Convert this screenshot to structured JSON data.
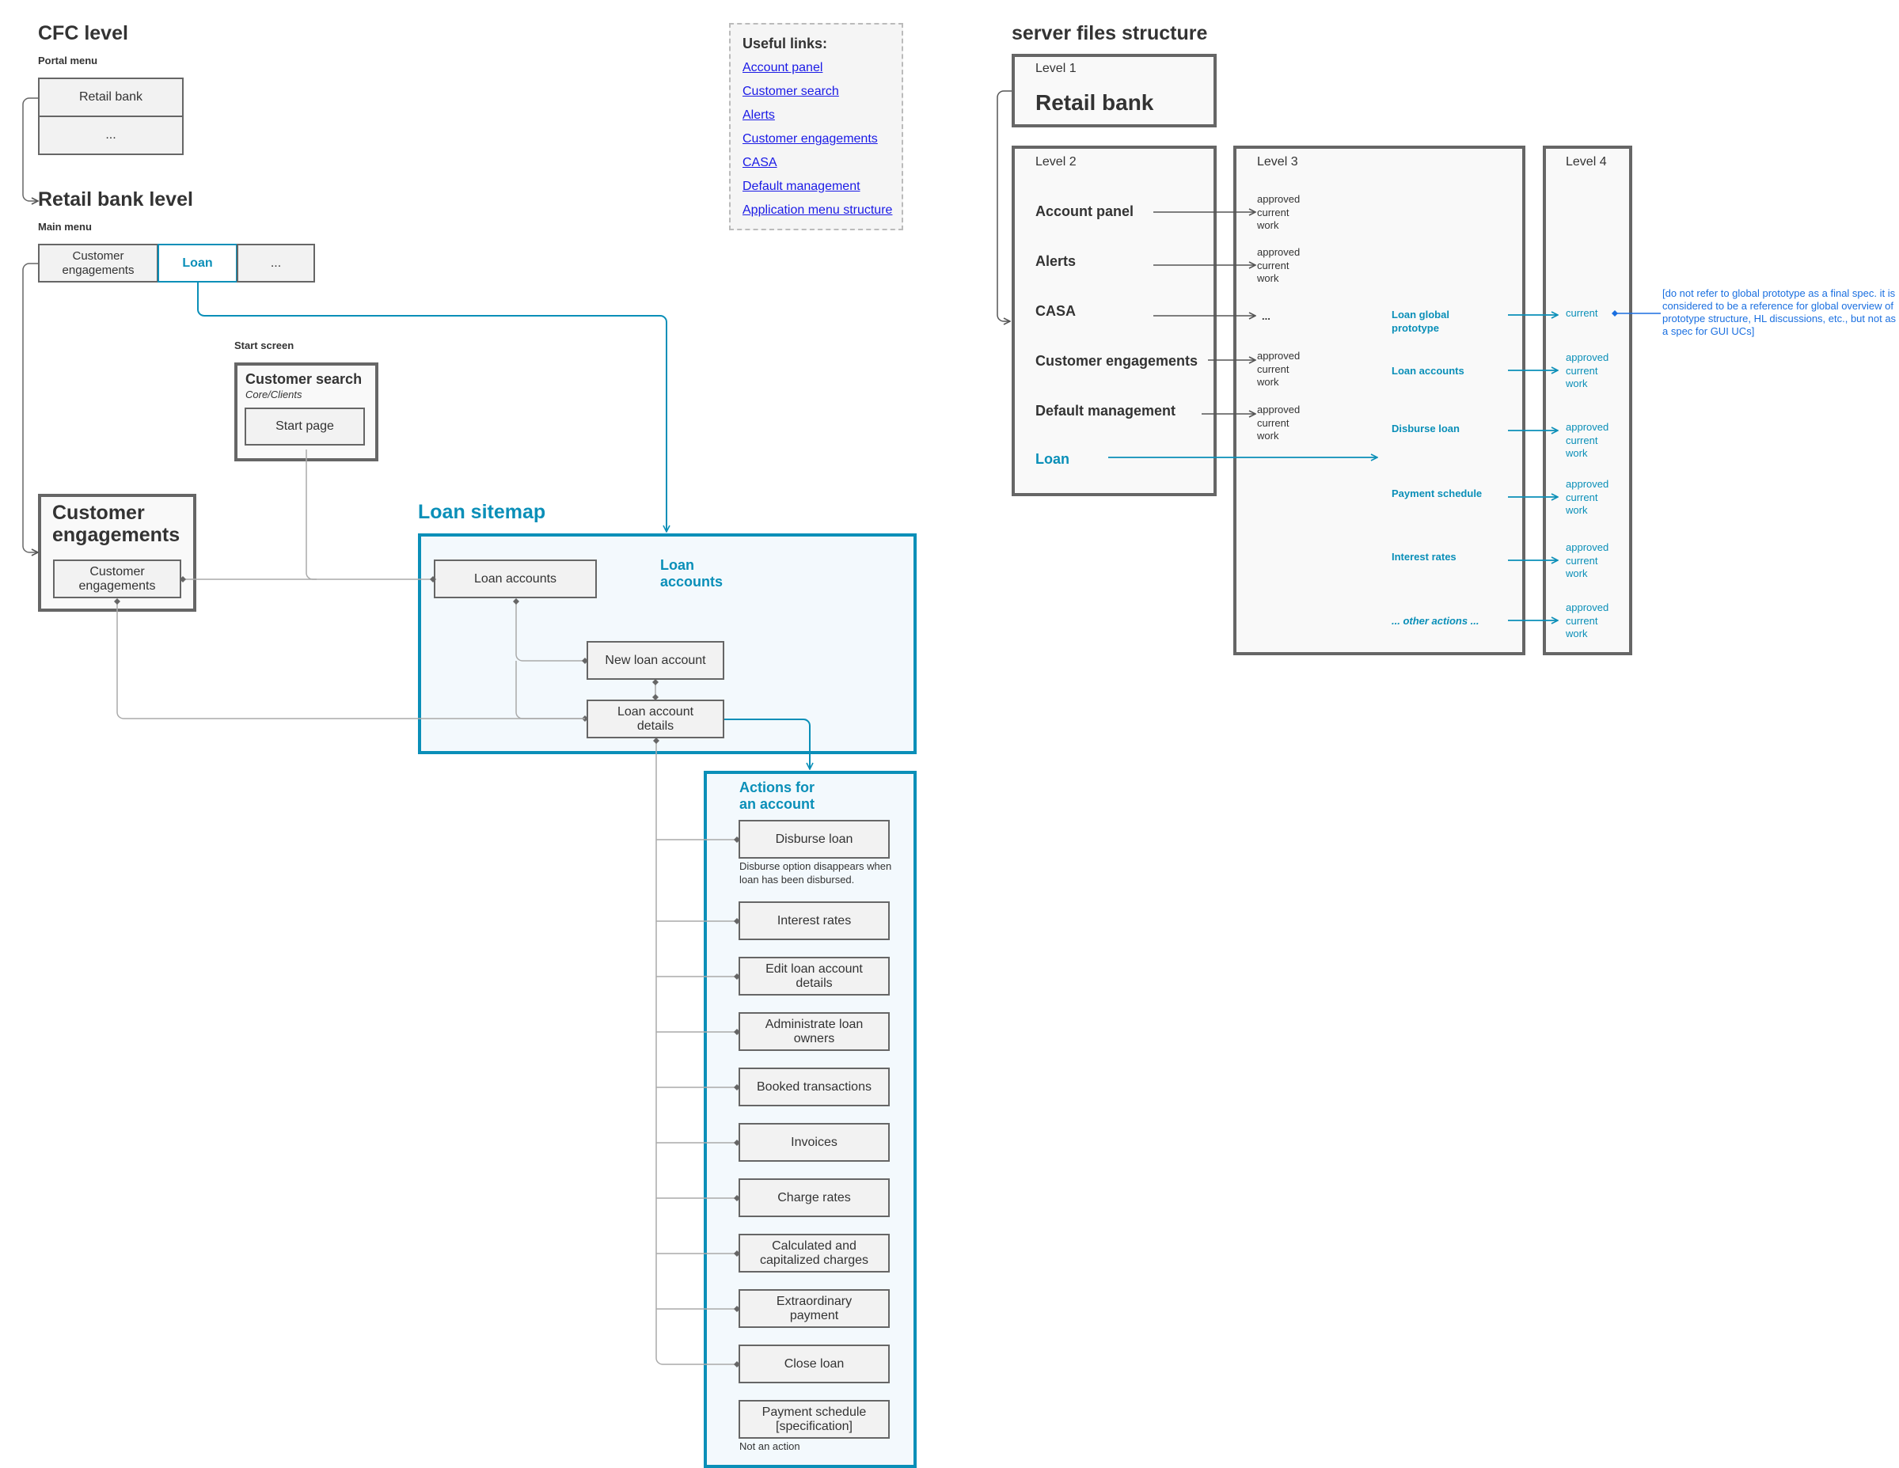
{
  "colors": {
    "accent": "#0a8fb8",
    "link": "#1a1ae6",
    "border": "#666666",
    "box_fill": "#f2f2f2"
  },
  "cfc": {
    "title": "CFC level",
    "portal_label": "Portal menu",
    "items": [
      "Retail bank",
      "..."
    ]
  },
  "retail": {
    "title": "Retail bank level",
    "main_menu_label": "Main menu",
    "menu_items": [
      "Customer engagements",
      "Loan",
      "..."
    ]
  },
  "start_screen": {
    "label": "Start screen",
    "title": "Customer search",
    "subtitle": "Core/Clients",
    "button": "Start page"
  },
  "ce_box": {
    "title": "Customer engagements",
    "inner": "Customer engagements"
  },
  "useful_links": {
    "title": "Useful links:",
    "links": [
      "Account panel",
      "Customer search",
      "Alerts",
      "Customer engagements",
      "CASA",
      "Default management",
      "Application menu structure"
    ]
  },
  "sitemap": {
    "title": "Loan sitemap",
    "loan_accounts_heading": "Loan accounts",
    "loan_accounts": "Loan accounts",
    "new_loan": "New loan account",
    "details": "Loan account details",
    "actions_title": "Actions for an account",
    "actions": [
      "Disburse loan",
      "Interest rates",
      "Edit loan account details",
      "Administrate loan owners",
      "Booked transactions",
      "Invoices",
      "Charge rates",
      "Calculated and capitalized charges",
      "Extraordinary payment",
      "Close loan",
      "Payment schedule [specification]"
    ],
    "disburse_note": "Disburse option disappears when loan has been disbursed.",
    "payment_note": "Not an action"
  },
  "server": {
    "title": "server files structure",
    "level1": {
      "label": "Level 1",
      "title": "Retail bank"
    },
    "level2": {
      "label": "Level 2",
      "items": [
        "Account panel",
        "Alerts",
        "CASA",
        "Customer engagements",
        "Default management",
        "Loan"
      ]
    },
    "level3": {
      "label": "Level 3",
      "approved": [
        "approved",
        "current",
        "work"
      ],
      "ellipsis": "...",
      "loan_items": [
        "Loan global prototype",
        "Loan accounts",
        "Disburse loan",
        "Payment schedule",
        "Interest rates",
        "... other actions ..."
      ]
    },
    "level4": {
      "label": "Level 4",
      "current": "current",
      "approved": [
        "approved",
        "current",
        "work"
      ]
    },
    "note": "[do not refer to global prototype as a final spec. it is considered to be a reference for global overview of prototype structure, HL discussions, etc., but not as a spec for GUI UCs]"
  }
}
